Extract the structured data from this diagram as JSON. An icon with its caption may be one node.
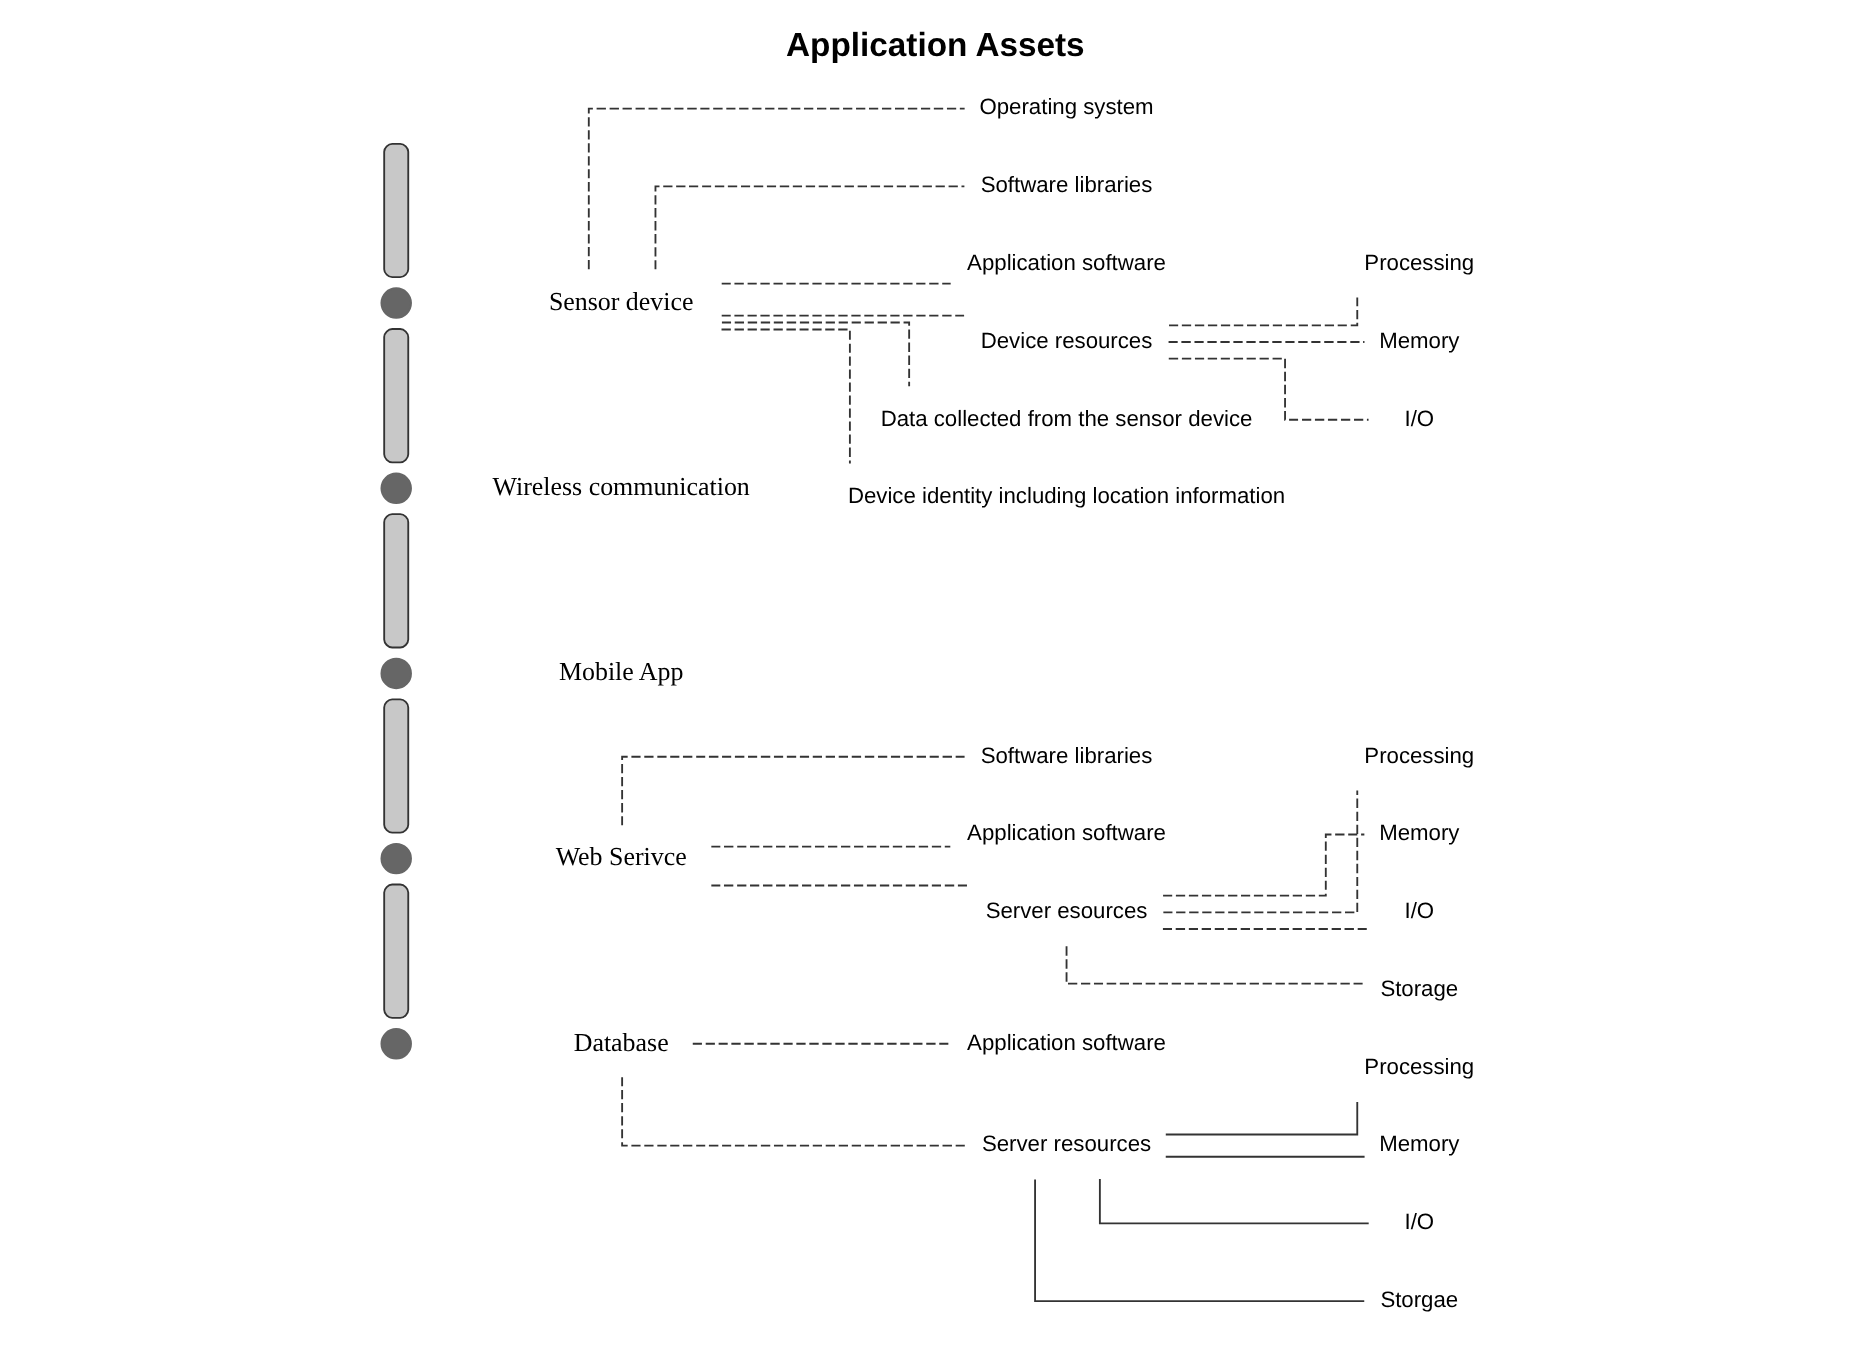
{
  "diagram": {
    "title": "Application Assets",
    "nodes": [
      {
        "text": [],
        "shape": "bar"
      },
      {
        "text": [],
        "shape": "circle"
      },
      {
        "text": [
          "Sensor device"
        ]
      },
      {
        "text": [],
        "shape": "bar"
      },
      {
        "text": [],
        "shape": "circle"
      },
      {
        "text": [
          "Wireless communication"
        ]
      },
      {
        "text": [],
        "shape": "bar"
      },
      {
        "text": [],
        "shape": "circle"
      },
      {
        "text": [
          "Mobile App"
        ]
      },
      {
        "text": [],
        "shape": "bar"
      },
      {
        "text": [],
        "shape": "circle"
      },
      {
        "text": [
          "Web Serivce"
        ]
      },
      {
        "text": [],
        "shape": "bar"
      },
      {
        "text": [],
        "shape": "circle"
      },
      {
        "text": [
          "Database"
        ]
      },
      {
        "text": [
          "Operating system"
        ]
      },
      {
        "text": [
          "Software libraries"
        ]
      },
      {
        "text": [
          "Application software"
        ]
      },
      {
        "text": [
          "Device resources"
        ]
      },
      {
        "text": [
          "Processing"
        ]
      },
      {
        "text": [
          "Memory"
        ]
      },
      {
        "text": [
          "I/O"
        ]
      },
      {
        "text": [
          "Data collected from the sensor device"
        ]
      },
      {
        "text": [
          "Device identity including location information"
        ]
      },
      {
        "text": [
          "Software libraries"
        ]
      },
      {
        "text": [
          "Application software"
        ]
      },
      {
        "text": [
          "Server esources"
        ]
      },
      {
        "text": [
          "Processing"
        ]
      },
      {
        "text": [
          "Memory"
        ]
      },
      {
        "text": [
          "I/O"
        ]
      },
      {
        "text": [
          "Storage"
        ]
      },
      {
        "text": [
          "Application software"
        ]
      },
      {
        "text": [
          "Server resources"
        ]
      },
      {
        "text": [
          "Processing"
        ]
      },
      {
        "text": [
          "Memory"
        ]
      },
      {
        "text": [
          "I/O"
        ]
      },
      {
        "text": [
          "Storgae"
        ]
      }
    ],
    "edges": [
      {
        "from": 2,
        "to": 15,
        "arrow": "none",
        "style": "dashed"
      },
      {
        "from": 2,
        "to": 16,
        "arrow": "none",
        "style": "dashed"
      },
      {
        "from": 2,
        "to": 17,
        "arrow": "none",
        "style": "dashed"
      },
      {
        "from": 2,
        "to": 18,
        "arrow": "none",
        "style": "dashed"
      },
      {
        "from": 18,
        "to": 19,
        "arrow": "none",
        "style": "dashed"
      },
      {
        "from": 18,
        "to": 20,
        "arrow": "none",
        "style": "dashed"
      },
      {
        "from": 18,
        "to": 21,
        "arrow": "none",
        "style": "dashed"
      },
      {
        "from": 2,
        "to": 22,
        "arrow": "none",
        "style": "dashed"
      },
      {
        "from": 2,
        "to": 23,
        "arrow": "none",
        "style": "dashed"
      },
      {
        "from": 11,
        "to": 24,
        "arrow": "none",
        "style": "dashed"
      },
      {
        "from": 11,
        "to": 25,
        "arrow": "none",
        "style": "dashed"
      },
      {
        "from": 11,
        "to": 26,
        "arrow": "none",
        "style": "dashed"
      },
      {
        "from": 26,
        "to": 27,
        "arrow": "none",
        "style": "dashed"
      },
      {
        "from": 26,
        "to": 28,
        "arrow": "none",
        "style": "dashed"
      },
      {
        "from": 26,
        "to": 29,
        "arrow": "none",
        "style": "dashed"
      },
      {
        "from": 26,
        "to": 30,
        "arrow": "none",
        "style": "dashed"
      },
      {
        "from": 14,
        "to": 31,
        "arrow": "none",
        "style": "dashed"
      },
      {
        "from": 14,
        "to": 32,
        "arrow": "none",
        "style": "dashed"
      },
      {
        "from": 32,
        "to": 33,
        "arrow": "none"
      },
      {
        "from": 32,
        "to": 34,
        "arrow": "none"
      },
      {
        "from": 32,
        "to": 35,
        "arrow": "none"
      },
      {
        "from": 32,
        "to": 36,
        "arrow": "none"
      }
    ]
  }
}
